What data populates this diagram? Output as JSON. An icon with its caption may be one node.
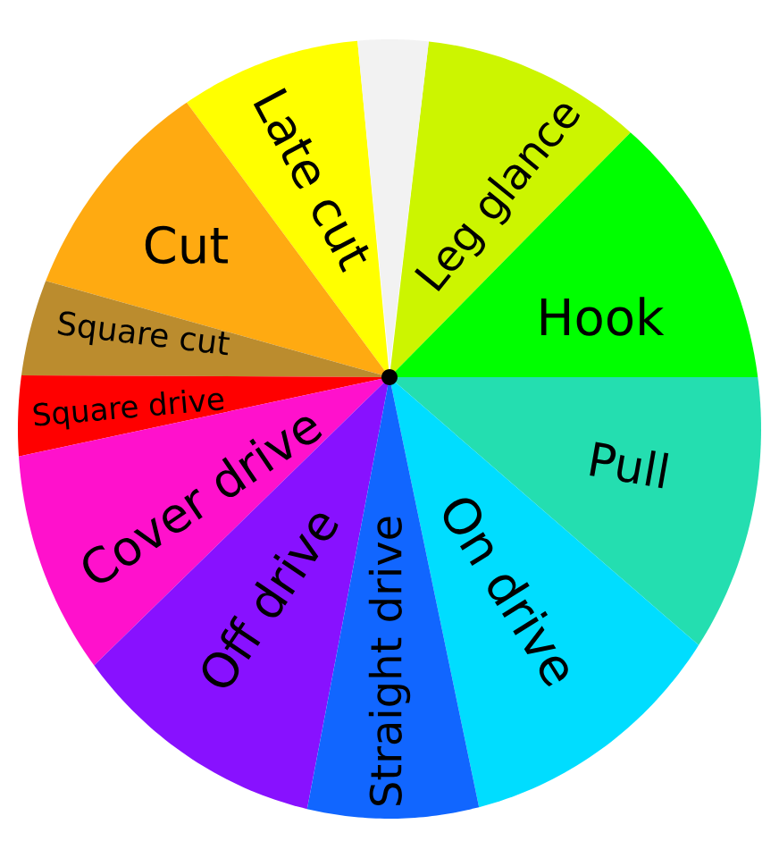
{
  "diagram": {
    "nodes": [
      {
        "text": [
          "Late cut"
        ]
      },
      {
        "text": [],
        "shape": "wedge"
      },
      {
        "text": [
          "Leg glance"
        ]
      },
      {
        "text": [
          "Cut"
        ]
      },
      {
        "text": [
          "Hook"
        ]
      },
      {
        "text": [
          "Square cut"
        ]
      },
      {
        "text": [
          "Square drive"
        ]
      },
      {
        "text": [
          "Pull"
        ]
      },
      {
        "text": [
          "Cover drive"
        ]
      },
      {
        "text": [
          "On drive"
        ]
      },
      {
        "text": [
          "Off drive"
        ]
      },
      {
        "text": [
          "Straight drive"
        ]
      }
    ]
  }
}
